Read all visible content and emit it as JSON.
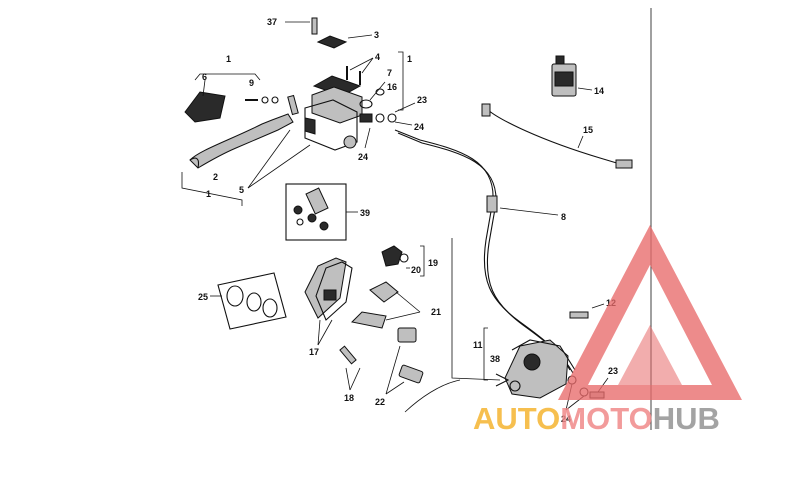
{
  "diagram": {
    "callouts": [
      {
        "id": "c-37",
        "text": "37"
      },
      {
        "id": "c-3",
        "text": "3"
      },
      {
        "id": "c-4",
        "text": "4"
      },
      {
        "id": "c-1a",
        "text": "1"
      },
      {
        "id": "c-1b",
        "text": "1"
      },
      {
        "id": "c-1c",
        "text": "1"
      },
      {
        "id": "c-6",
        "text": "6"
      },
      {
        "id": "c-9",
        "text": "9"
      },
      {
        "id": "c-7",
        "text": "7"
      },
      {
        "id": "c-16",
        "text": "16"
      },
      {
        "id": "c-23a",
        "text": "23"
      },
      {
        "id": "c-24a",
        "text": "24"
      },
      {
        "id": "c-24b",
        "text": "24"
      },
      {
        "id": "c-14",
        "text": "14"
      },
      {
        "id": "c-15",
        "text": "15"
      },
      {
        "id": "c-2",
        "text": "2"
      },
      {
        "id": "c-5",
        "text": "5"
      },
      {
        "id": "c-8",
        "text": "8"
      },
      {
        "id": "c-39",
        "text": "39"
      },
      {
        "id": "c-19",
        "text": "19"
      },
      {
        "id": "c-20",
        "text": "20"
      },
      {
        "id": "c-25",
        "text": "25"
      },
      {
        "id": "c-21",
        "text": "21"
      },
      {
        "id": "c-12",
        "text": "12"
      },
      {
        "id": "c-11",
        "text": "11"
      },
      {
        "id": "c-38",
        "text": "38"
      },
      {
        "id": "c-17",
        "text": "17"
      },
      {
        "id": "c-18",
        "text": "18"
      },
      {
        "id": "c-22",
        "text": "22"
      },
      {
        "id": "c-23b",
        "text": "23"
      },
      {
        "id": "c-24c",
        "text": "24"
      }
    ]
  },
  "watermark": {
    "part1": "AUTO",
    "part2": "MOTO",
    "part3": "HUB",
    "colors": {
      "auto": "#f5b431",
      "moto": "#f08a8a",
      "hub": "#9a9a9a",
      "triangle": "#e86a6a"
    }
  }
}
